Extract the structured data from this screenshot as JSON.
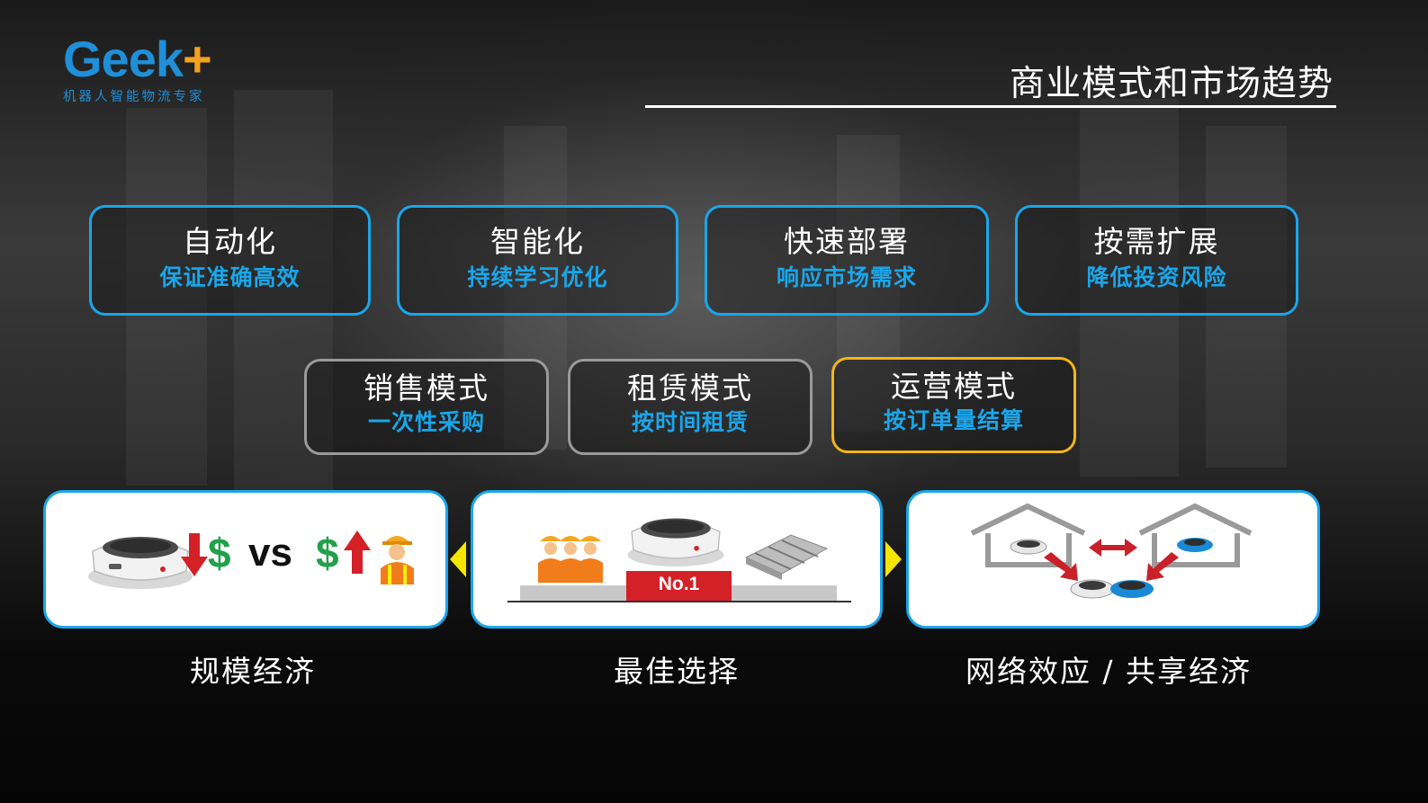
{
  "brand": {
    "logo_main": "Geek",
    "logo_plus": "+",
    "logo_sub": "机器人智能物流专家"
  },
  "title": "商业模式和市场趋势",
  "features": [
    {
      "heading": "自动化",
      "sub": "保证准确高效"
    },
    {
      "heading": "智能化",
      "sub": "持续学习优化"
    },
    {
      "heading": "快速部署",
      "sub": "响应市场需求"
    },
    {
      "heading": "按需扩展",
      "sub": "降低投资风险"
    }
  ],
  "modes": [
    {
      "heading": "销售模式",
      "sub": "一次性采购",
      "border": "#9a9a9a"
    },
    {
      "heading": "租赁模式",
      "sub": "按时间租赁",
      "border": "#9a9a9a"
    },
    {
      "heading": "运营模式",
      "sub": "按订单量结算",
      "border": "#f2b51b"
    }
  ],
  "panels": [
    {
      "caption": "规模经济",
      "vs_label": "vs",
      "currency": "$"
    },
    {
      "caption": "最佳选择",
      "podium_label": "No.1"
    },
    {
      "caption": "网络效应 / 共享经济"
    }
  ],
  "colors": {
    "accent_blue": "#1aa6ea",
    "gold": "#f2b51b",
    "down_red": "#d42027",
    "dollar_green": "#22a04a",
    "arrow_yellow": "#f5e600"
  }
}
